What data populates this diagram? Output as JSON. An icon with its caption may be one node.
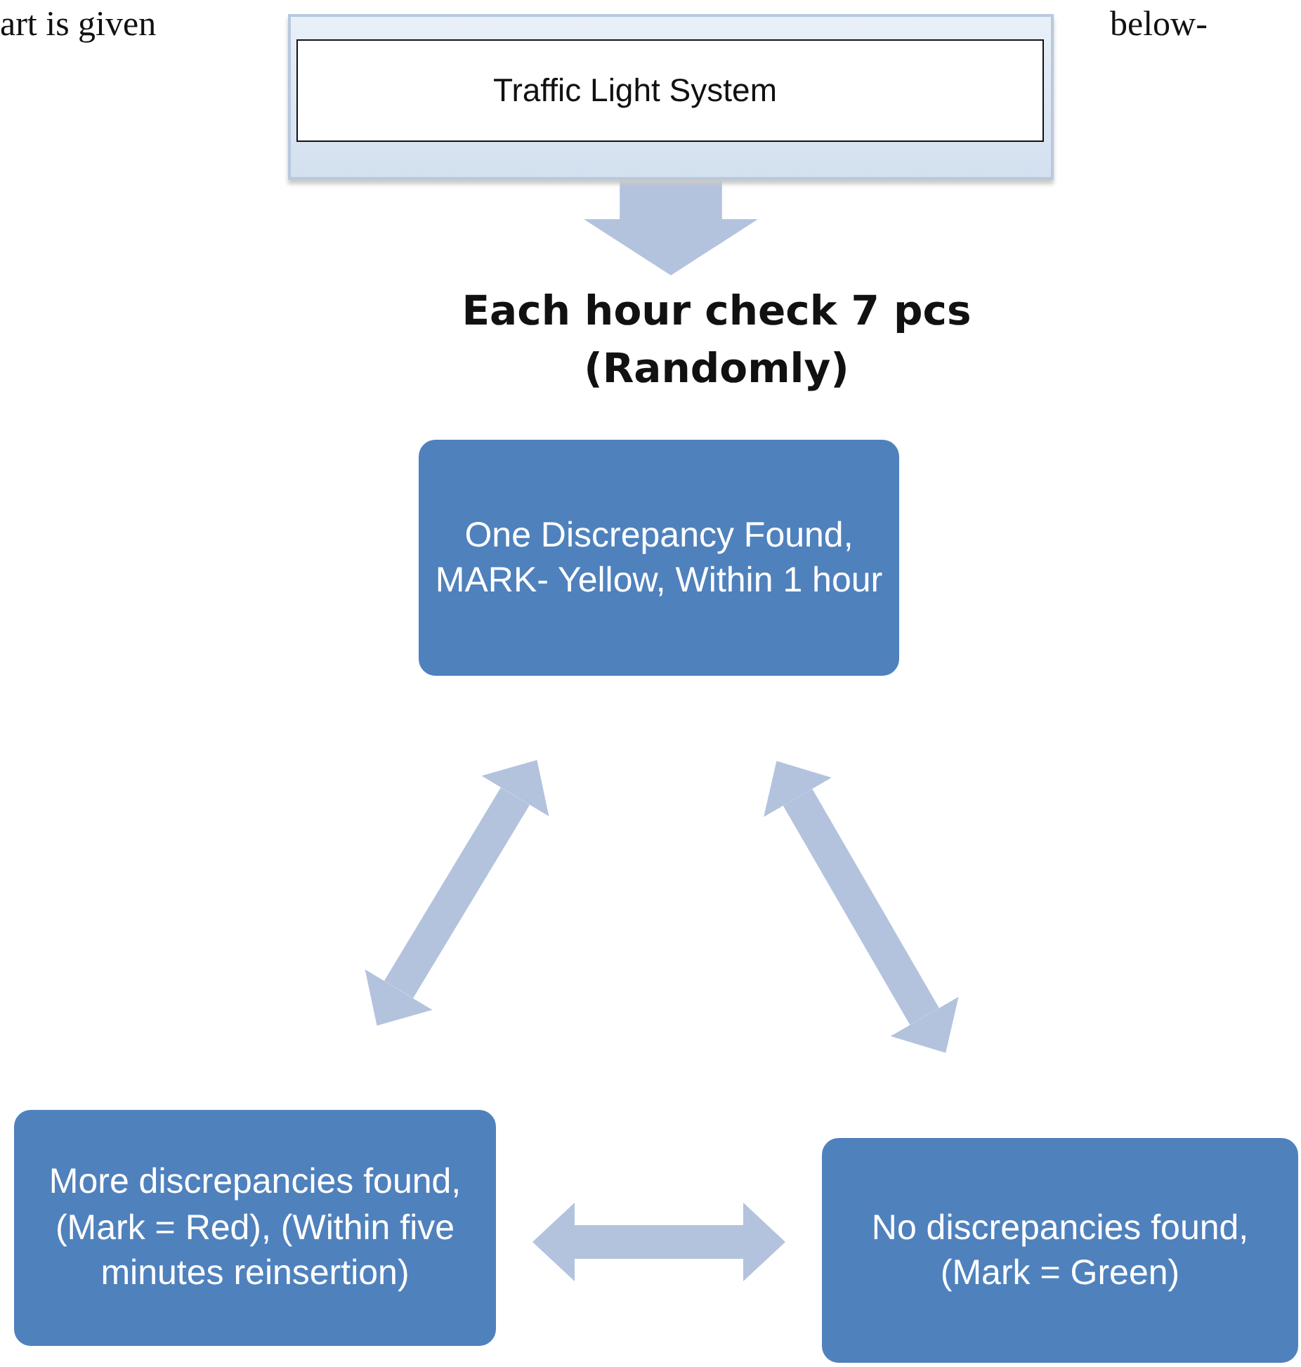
{
  "diagram": {
    "nodes": [
      {
        "text": [
          "Traffic Light System"
        ]
      },
      {
        "text": [
          "Each hour check 7 pcs (Randomly)"
        ]
      },
      {
        "text": [
          "One Discrepancy Found, MARK- Yellow, Within 1 hour"
        ]
      },
      {
        "text": [
          "More discrepancies found, (Mark = Red), (Within five minutes reinsertion)"
        ]
      },
      {
        "text": [
          "No discrepancies found, (Mark = Green)"
        ]
      }
    ],
    "edges": [
      {
        "from": 0,
        "to": 1,
        "arrow": "to",
        "style": "thick"
      },
      {
        "from": 2,
        "to": 3,
        "arrow": "both"
      },
      {
        "from": 2,
        "to": 4,
        "arrow": "both"
      },
      {
        "from": 3,
        "to": 4,
        "arrow": "both"
      }
    ],
    "labels": [
      "art is given",
      "below-"
    ]
  }
}
